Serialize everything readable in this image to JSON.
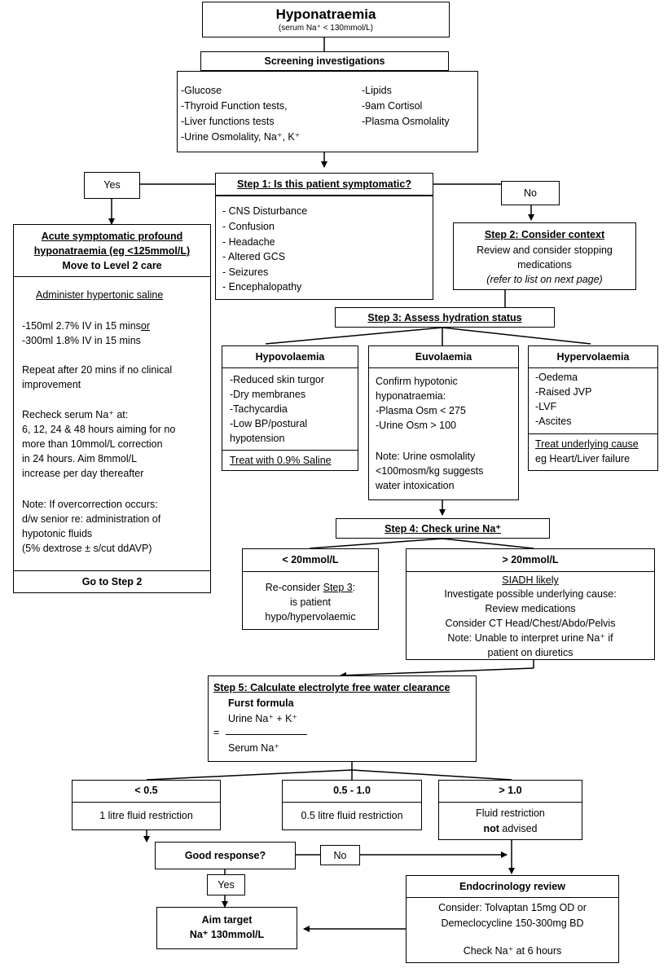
{
  "title": {
    "main": "Hyponatraemia",
    "sub": "(serum Na⁺ < 130mmol/L)"
  },
  "screening": {
    "header": "Screening investigations",
    "col1": [
      "-Glucose",
      "-Thyroid Function tests,",
      "-Liver functions tests",
      "-Urine Osmolality, Na⁺, K⁺"
    ],
    "col2": [
      "-Lipids",
      "-9am Cortisol",
      "-Plasma Osmolality"
    ]
  },
  "step1": {
    "header": "Step 1: Is this patient symptomatic?",
    "items": [
      "- CNS Disturbance",
      "- Confusion",
      "- Headache",
      "- Altered GCS",
      "- Seizures",
      "- Encephalopathy"
    ]
  },
  "yes_label": "Yes",
  "no_label": "No",
  "acute": {
    "header1": "Acute  symptomatic profound",
    "header2": "hyponatraemia  (eg <125mmol/L)",
    "header3": "Move to Level 2 care",
    "admin": "Administer hypertonic saline",
    "dose1": "-150ml 2.7% IV in 15 mins",
    "dose1_or": "or",
    "dose2": "-300ml 1.8% IV in 15 mins",
    "repeat": [
      "Repeat after 20 mins if no clinical",
      "improvement"
    ],
    "recheck": [
      "Recheck serum Na⁺ at:",
      "6, 12, 24 & 48 hours aiming for no",
      "more than 10mmol/L correction",
      "in 24 hours. Aim 8mmol/L",
      "increase per day thereafter"
    ],
    "note": [
      "Note: If overcorrection occurs:",
      "d/w senior re: administration of",
      "hypotonic fluids",
      "(5% dextrose ± s/cut ddAVP)"
    ],
    "footer": "Go to Step 2"
  },
  "step2": {
    "header": "Step 2: Consider context",
    "line1": "Review and consider stopping",
    "line2": "medications",
    "line3": "(refer to list on next page)"
  },
  "step3": {
    "header": "Step 3: Assess hydration status"
  },
  "hypovolaemia": {
    "header": "Hypovolaemia",
    "items": [
      "-Reduced skin turgor",
      "-Dry membranes",
      "-Tachycardia",
      "-Low BP/postural",
      " hypotension"
    ],
    "footer": "Treat with 0.9% Saline"
  },
  "euvolaemia": {
    "header": "Euvolaemia",
    "lines": [
      "Confirm hypotonic",
      "hyponatraemia:",
      "-Plasma Osm < 275",
      "-Urine Osm > 100"
    ],
    "note": [
      "Note: Urine osmolality",
      "<100mosm/kg suggests",
      "water intoxication"
    ]
  },
  "hypervolaemia": {
    "header": "Hypervolaemia",
    "items": [
      "-Oedema",
      "-Raised JVP",
      "-LVF",
      "-Ascites"
    ],
    "footer1": "Treat underlying cause",
    "footer2": "eg Heart/Liver failure"
  },
  "step4": {
    "header": "Step 4: Check urine Na⁺"
  },
  "low_na": {
    "header": "< 20mmol/L",
    "line1_prefix": "Re-consider ",
    "line1_link": "Step 3",
    "line1_suffix": ":",
    "line2": "is patient",
    "line3": "hypo/hypervolaemic"
  },
  "high_na": {
    "header": "> 20mmol/L",
    "siadh": "SIADH likely",
    "lines": [
      "Investigate possible underlying cause:",
      "Review medications",
      "Consider CT Head/Chest/Abdo/Pelvis",
      "Note: Unable to interpret urine Na⁺ if",
      "patient on diuretics"
    ]
  },
  "step5": {
    "header": "Step 5: Calculate electrolyte free water clearance",
    "formula_title": "Furst formula",
    "numerator": "Urine Na⁺ + K⁺",
    "equals": "=",
    "denominator": "Serum Na⁺"
  },
  "ranges": [
    {
      "header": "< 0.5",
      "text": "1 litre fluid restriction"
    },
    {
      "header": "0.5 - 1.0",
      "text": "0.5 litre fluid restriction"
    },
    {
      "header": "> 1.0",
      "text1": "Fluid restriction",
      "text2": "not",
      "text3": " advised"
    }
  ],
  "good_response": "Good response?",
  "no2_label": "No",
  "yes2_label": "Yes",
  "aim": {
    "line1": "Aim target",
    "line2": "Na⁺ 130mmol/L"
  },
  "endo": {
    "header": "Endocrinology review",
    "line1": "Consider: Tolvaptan 15mg OD or",
    "line2": "Demeclocycline 150-300mg BD",
    "line3": "Check Na⁺ at 6 hours"
  }
}
